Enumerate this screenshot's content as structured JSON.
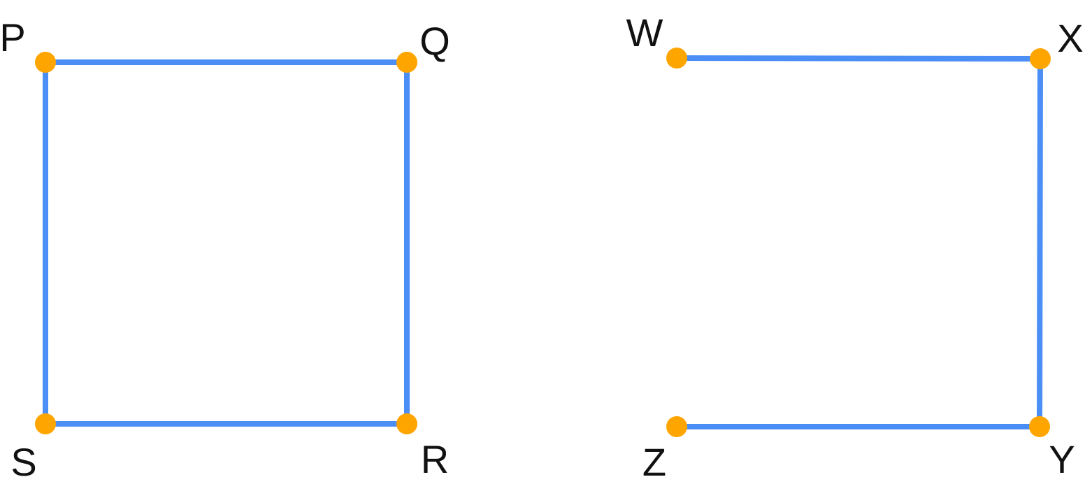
{
  "colors": {
    "edge": "#4b8ef5",
    "vertex": "#ffa500",
    "label": "#111111",
    "background": "#ffffff"
  },
  "figures": [
    {
      "id": "square-pqrs",
      "vertices": [
        {
          "label": "P"
        },
        {
          "label": "Q"
        },
        {
          "label": "R"
        },
        {
          "label": "S"
        }
      ],
      "edges": [
        [
          "P",
          "Q"
        ],
        [
          "Q",
          "R"
        ],
        [
          "R",
          "S"
        ],
        [
          "S",
          "P"
        ]
      ]
    },
    {
      "id": "open-figure-wxyz",
      "vertices": [
        {
          "label": "W"
        },
        {
          "label": "X"
        },
        {
          "label": "Y"
        },
        {
          "label": "Z"
        }
      ],
      "edges": [
        [
          "W",
          "X"
        ],
        [
          "X",
          "Y"
        ],
        [
          "Y",
          "Z"
        ]
      ]
    }
  ]
}
